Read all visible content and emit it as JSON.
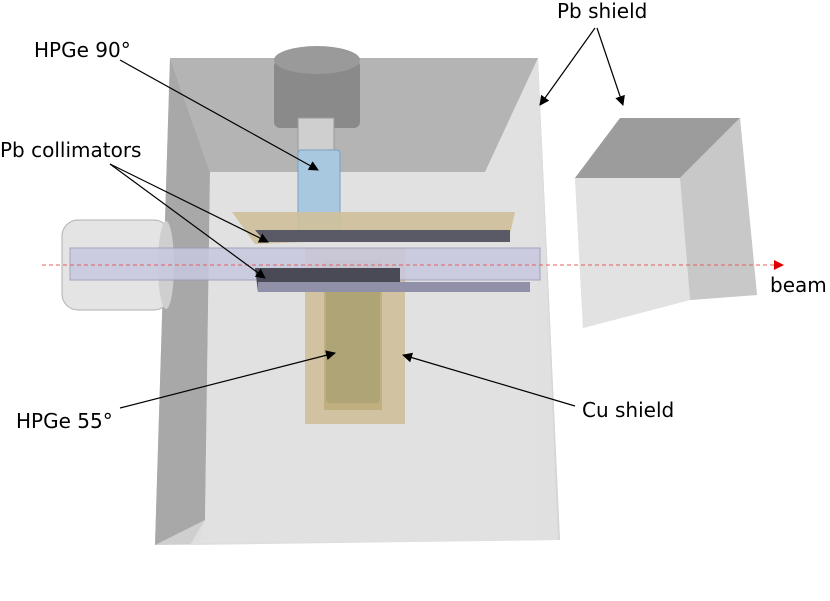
{
  "labels": {
    "pb_shield": "Pb shield",
    "hpge_90": "HPGe 90°",
    "pb_collimators": "Pb collimators",
    "hpge_55": "HPGe 55°",
    "cu_shield": "Cu shield",
    "beam": "beam"
  },
  "colors": {
    "shield_dark": "#9a9a9a",
    "shield_light": "#dcdcdc",
    "copper": "#d8c8a0",
    "detector_blue": "#a8c8e0",
    "beam_pipe": "#b8b8d8",
    "beam_line": "#e06060",
    "arrow": "#000000"
  }
}
